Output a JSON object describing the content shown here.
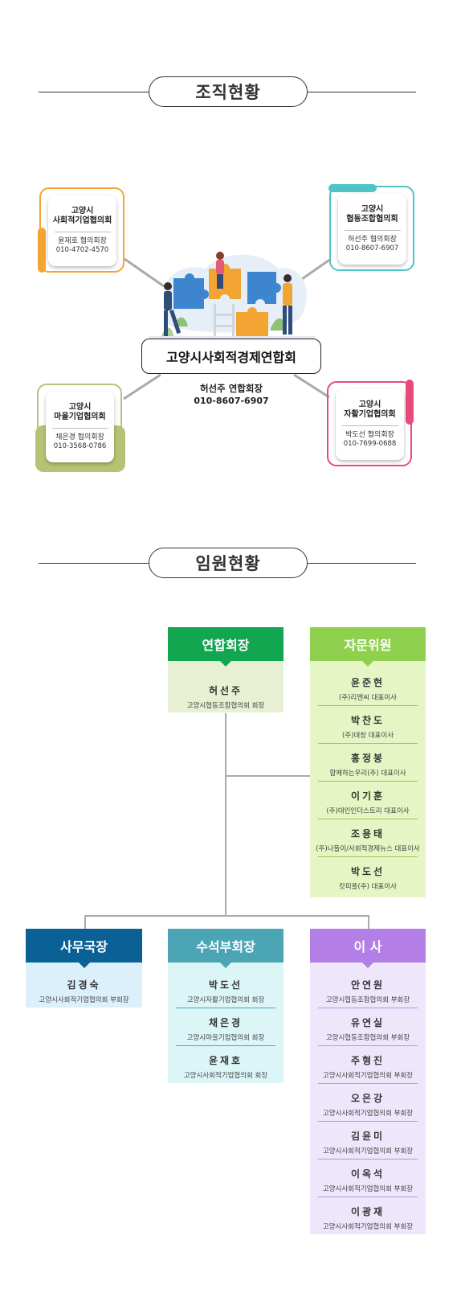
{
  "sections": {
    "org_title": "조직현황",
    "exec_title": "임원현황"
  },
  "org": {
    "central_name": "고양시사회적경제연합회",
    "central_person": "허선주 연합회장",
    "central_phone": "010-8607-6907",
    "nodes": [
      {
        "name": "고양시\n사회적기업협의회",
        "person": "윤재호 협의회장",
        "phone": "010-4702-4570",
        "color": "#f3a533"
      },
      {
        "name": "고양시\n협동조합협의회",
        "person": "허선주 협의회장",
        "phone": "010-8607-6907",
        "color": "#4fc4c4"
      },
      {
        "name": "고양시\n마을기업협의회",
        "person": "채은경 협의회장",
        "phone": "010-3568-0786",
        "color": "#b5c474"
      },
      {
        "name": "고양시\n자활기업협의회",
        "person": "박도선 협의회장",
        "phone": "010-7699-0688",
        "color": "#e84a7a"
      }
    ]
  },
  "exec": {
    "chair": {
      "title": "연합회장",
      "color": "#12a651",
      "body_color": "#e7f0d2",
      "members": [
        {
          "name": "허선주",
          "role": "고양시협동조합협의회 회장"
        }
      ]
    },
    "advisors": {
      "title": "자문위원",
      "color": "#8fd14f",
      "body_color": "#e5f5c3",
      "members": [
        {
          "name": "윤준현",
          "role": "(주)리엔씨 대표이사"
        },
        {
          "name": "박찬도",
          "role": "(주)대창 대표이사"
        },
        {
          "name": "홍정봉",
          "role": "함께하는우리(주) 대표이사"
        },
        {
          "name": "이기훈",
          "role": "(주)대인인더스트리 대표이사"
        },
        {
          "name": "조용태",
          "role": "(주)나들이/사회적경제뉴스 대표이사"
        },
        {
          "name": "박도선",
          "role": "캇피플(주) 대표이사"
        }
      ]
    },
    "secretary": {
      "title": "사무국장",
      "color": "#0b6196",
      "body_color": "#dcf0fb",
      "members": [
        {
          "name": "김경숙",
          "role": "고양시사회적기업협의회 부회장"
        }
      ]
    },
    "vice_chairs": {
      "title": "수석부회장",
      "color": "#4ba5b5",
      "body_color": "#dcf6f8",
      "members": [
        {
          "name": "박도선",
          "role": "고양시자활기업협의회 회장"
        },
        {
          "name": "채은경",
          "role": "고양시마을기업협의회 회장"
        },
        {
          "name": "윤재호",
          "role": "고양시사회적기업협의회 회장"
        }
      ]
    },
    "directors": {
      "title": "이 사",
      "color": "#b37fe6",
      "body_color": "#eee6fb",
      "members": [
        {
          "name": "안연원",
          "role": "고양시협동조합협의회 부회장"
        },
        {
          "name": "유연실",
          "role": "고양시협동조합협의회 부회장"
        },
        {
          "name": "주형진",
          "role": "고양시사회적기업협의회 부회장"
        },
        {
          "name": "오은강",
          "role": "고양시사회적기업협의회 부회장"
        },
        {
          "name": "김윤미",
          "role": "고양시사회적기업협의회 부회장"
        },
        {
          "name": "이옥석",
          "role": "고양시사회적기업협의회 부회장"
        },
        {
          "name": "이광재",
          "role": "고양시사회적기업협의회 부회장"
        }
      ]
    }
  }
}
